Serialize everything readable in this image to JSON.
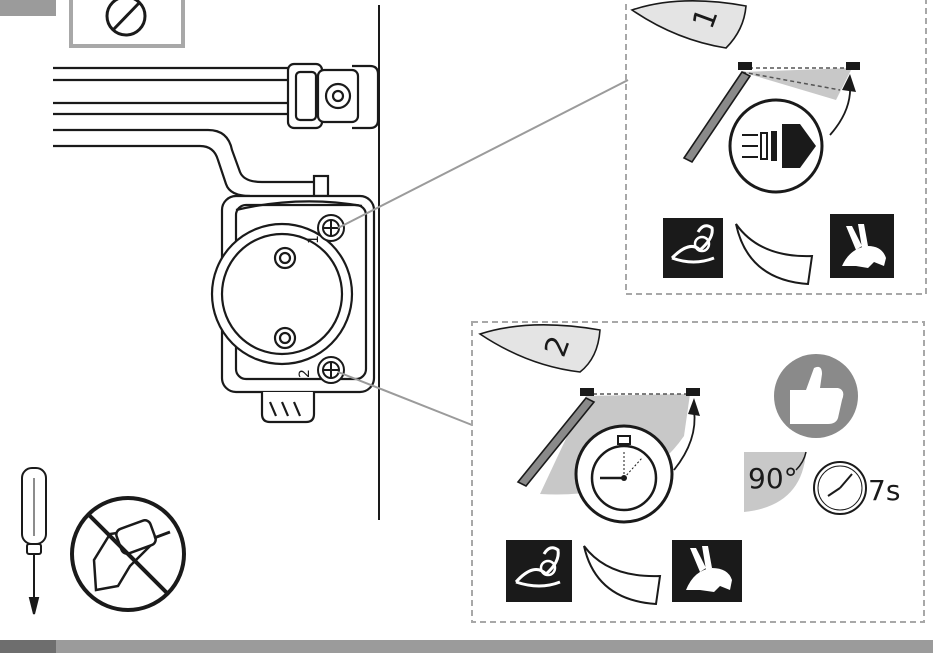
{
  "diagram": {
    "screw_labels": {
      "upper": "1",
      "lower": "2"
    },
    "panel_1": {
      "step": "1"
    },
    "panel_2": {
      "step": "2",
      "recommend_angle": "90°",
      "recommend_time": "7s"
    },
    "icons": {
      "adjust_forbidden": "no-entry-icon",
      "screwdriver": "screwdriver-icon",
      "no_power_drill": "no-drill-icon",
      "speed_fast": "arrow-speed-icon",
      "stopwatch": "stopwatch-icon",
      "slow": "snail-icon",
      "fast": "rabbit-icon",
      "thumbs_up": "thumbs-up-icon",
      "clock": "clock-icon"
    },
    "colors": {
      "line": "#1a1a1a",
      "panel_border": "#a8a8a8",
      "sweep_fill": "#c8c8c8",
      "thumb_circle": "#8a8a8a",
      "footer_bar": "#9b9b9b",
      "footer_dark": "#4a4a4a",
      "top_tab": "#9b9b9b"
    }
  }
}
